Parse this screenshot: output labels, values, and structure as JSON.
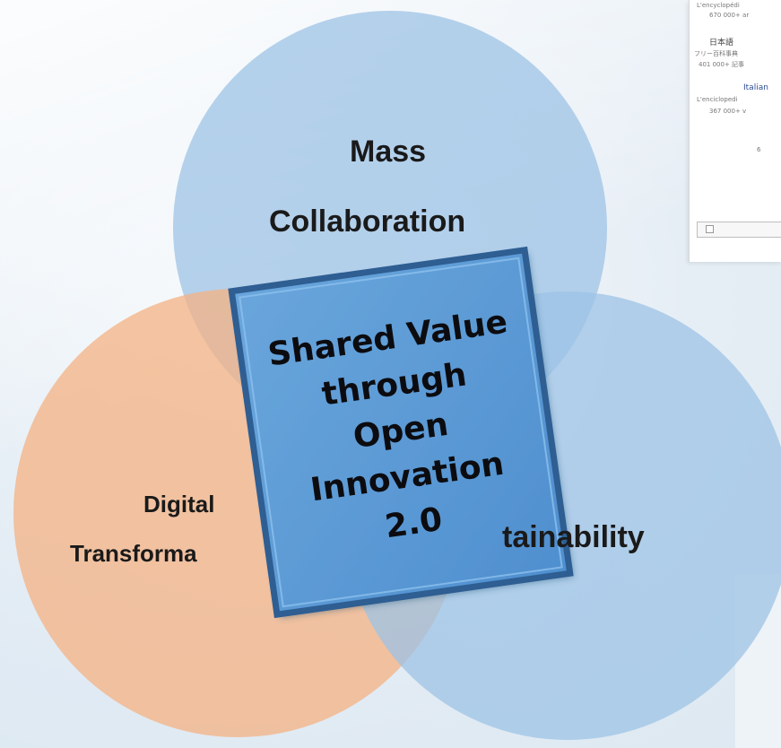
{
  "diagram": {
    "circles": [
      {
        "label_lines": [
          "Mass",
          "Collaboration"
        ],
        "color": "#9dc3e6"
      },
      {
        "label_lines": [
          "Digital",
          "Transforma"
        ],
        "color": "#f4b183"
      },
      {
        "label_lines": [
          "tainability"
        ],
        "color": "#9dc3e6"
      }
    ],
    "center": {
      "lines": [
        "Shared Value",
        "through",
        "Open",
        "Innovation",
        "2.0"
      ],
      "fill": "#5b9bd5",
      "edge": "#2e5e92"
    }
  },
  "background_panel": {
    "lines": [
      "L'encyclopédi",
      "670 000+ ar",
      "日本語",
      "フリー百科事典",
      "401 000+ 記事",
      "Italian",
      "L'enciclopedi",
      "367 000+ v",
      "6"
    ]
  }
}
